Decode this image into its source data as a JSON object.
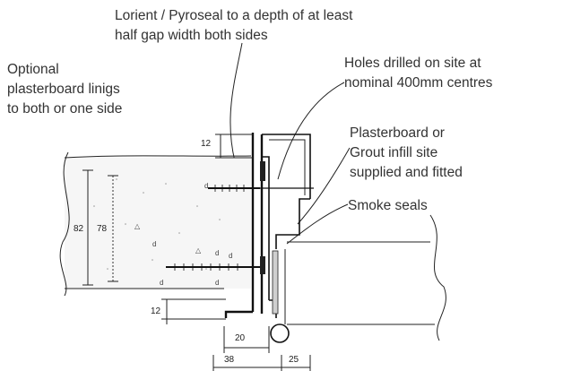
{
  "labels": {
    "sealant": [
      "Lorient / Pyroseal to a depth of at least",
      "half gap width both sides"
    ],
    "plasterboard_linings": [
      "Optional",
      "plasterboard linigs",
      "to both or one side"
    ],
    "holes": [
      "Holes drilled on site at",
      "nominal  400mm centres"
    ],
    "infill": [
      "Plasterboard or",
      "Grout infill site",
      "supplied and fitted"
    ],
    "smoke_seals": "Smoke seals"
  },
  "dimensions": {
    "top_gap": "12",
    "wall_82": "82",
    "wall_78": "78",
    "bottom_gap": "12",
    "width_20": "20",
    "width_38": "38",
    "width_25": "25"
  },
  "hatch_marks": [
    "d",
    "d",
    "△",
    "d",
    "d",
    "△",
    "d",
    "d"
  ]
}
